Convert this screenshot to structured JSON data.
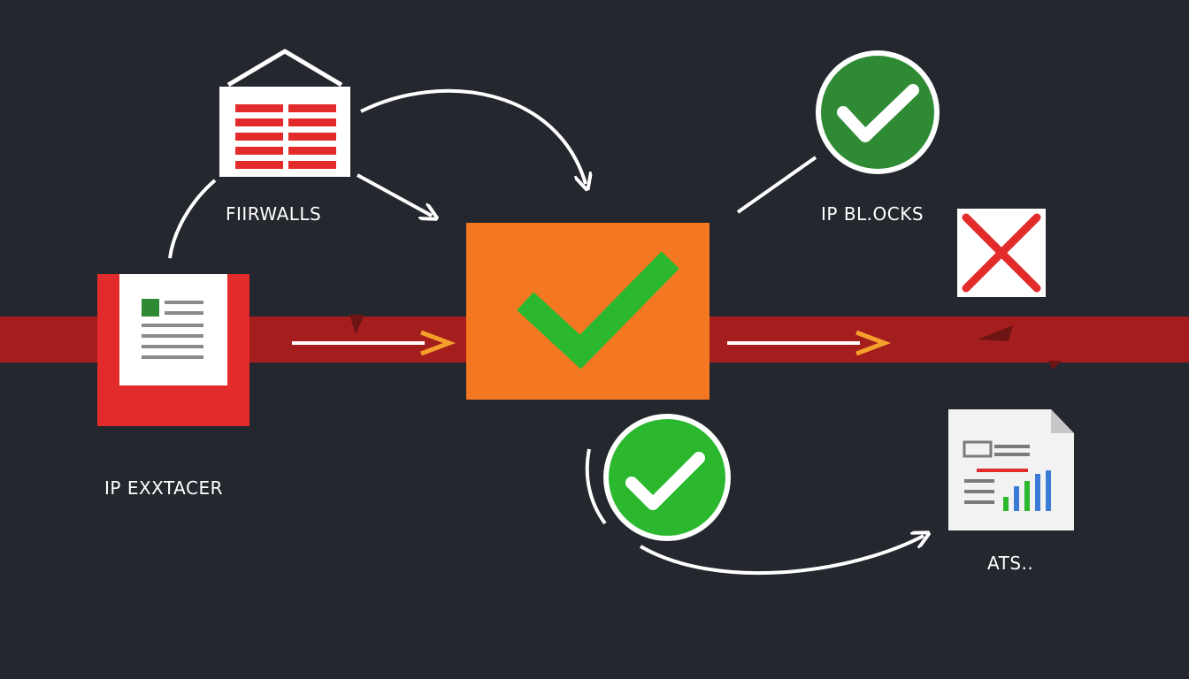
{
  "colors": {
    "background": "#24272e",
    "band": "#a51e1e",
    "orange": "#f47821",
    "green": "#2bb82f",
    "dark_green": "#2e8b33",
    "red": "#e42b2b",
    "white": "#ffffff",
    "arrow_orange": "#f5a02a"
  },
  "labels": {
    "firewalls": "FIIRWALLS",
    "ip_blocks": "IP BL.OCKS",
    "ip_extractor": "IP EXXTACER",
    "ats": "ATS.."
  },
  "icons": {
    "firewall": "firewall-building-icon",
    "extractor": "document-icon",
    "center": "checkmark-box-icon",
    "top_right": "check-circle-icon",
    "bottom": "check-circle-icon",
    "blocked": "x-box-icon",
    "report": "chart-document-icon"
  }
}
